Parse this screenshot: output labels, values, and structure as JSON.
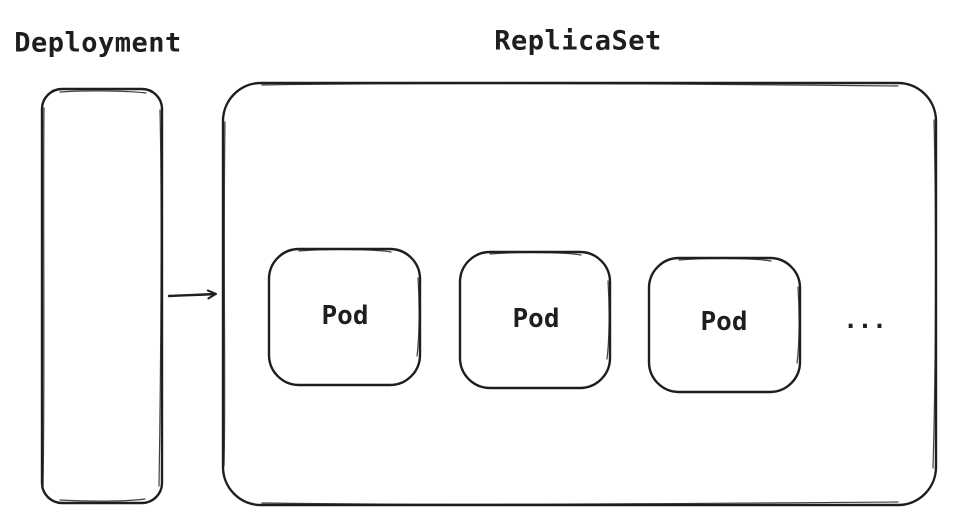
{
  "diagram": {
    "deployment": {
      "label": "Deployment"
    },
    "replicaset": {
      "label": "ReplicaSet"
    },
    "pods": [
      {
        "label": "Pod"
      },
      {
        "label": "Pod"
      },
      {
        "label": "Pod"
      }
    ],
    "more": {
      "label": "..."
    },
    "stroke_color": "#1e1e1e",
    "background_color": "#ffffff"
  }
}
